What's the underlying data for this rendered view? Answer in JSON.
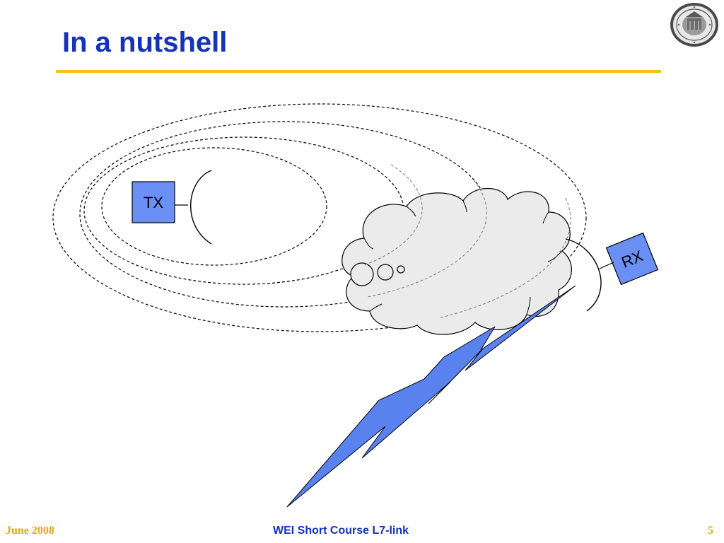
{
  "slide": {
    "title": "In a nutshell",
    "logo_icon": "university-seal-icon"
  },
  "diagram": {
    "transmitter_label": "TX",
    "receiver_label": "RX",
    "box_fill": "#6a90f5",
    "lightning_fill": "#5a82ef",
    "cloud_fill": "#ebebeb"
  },
  "footer": {
    "date": "June 2008",
    "course": "WEI Short Course L7-link",
    "page_number": "5"
  },
  "theme": {
    "title_color": "#1533b8",
    "rule_color": "#f2c41a",
    "footer_accent": "#e3a913"
  }
}
